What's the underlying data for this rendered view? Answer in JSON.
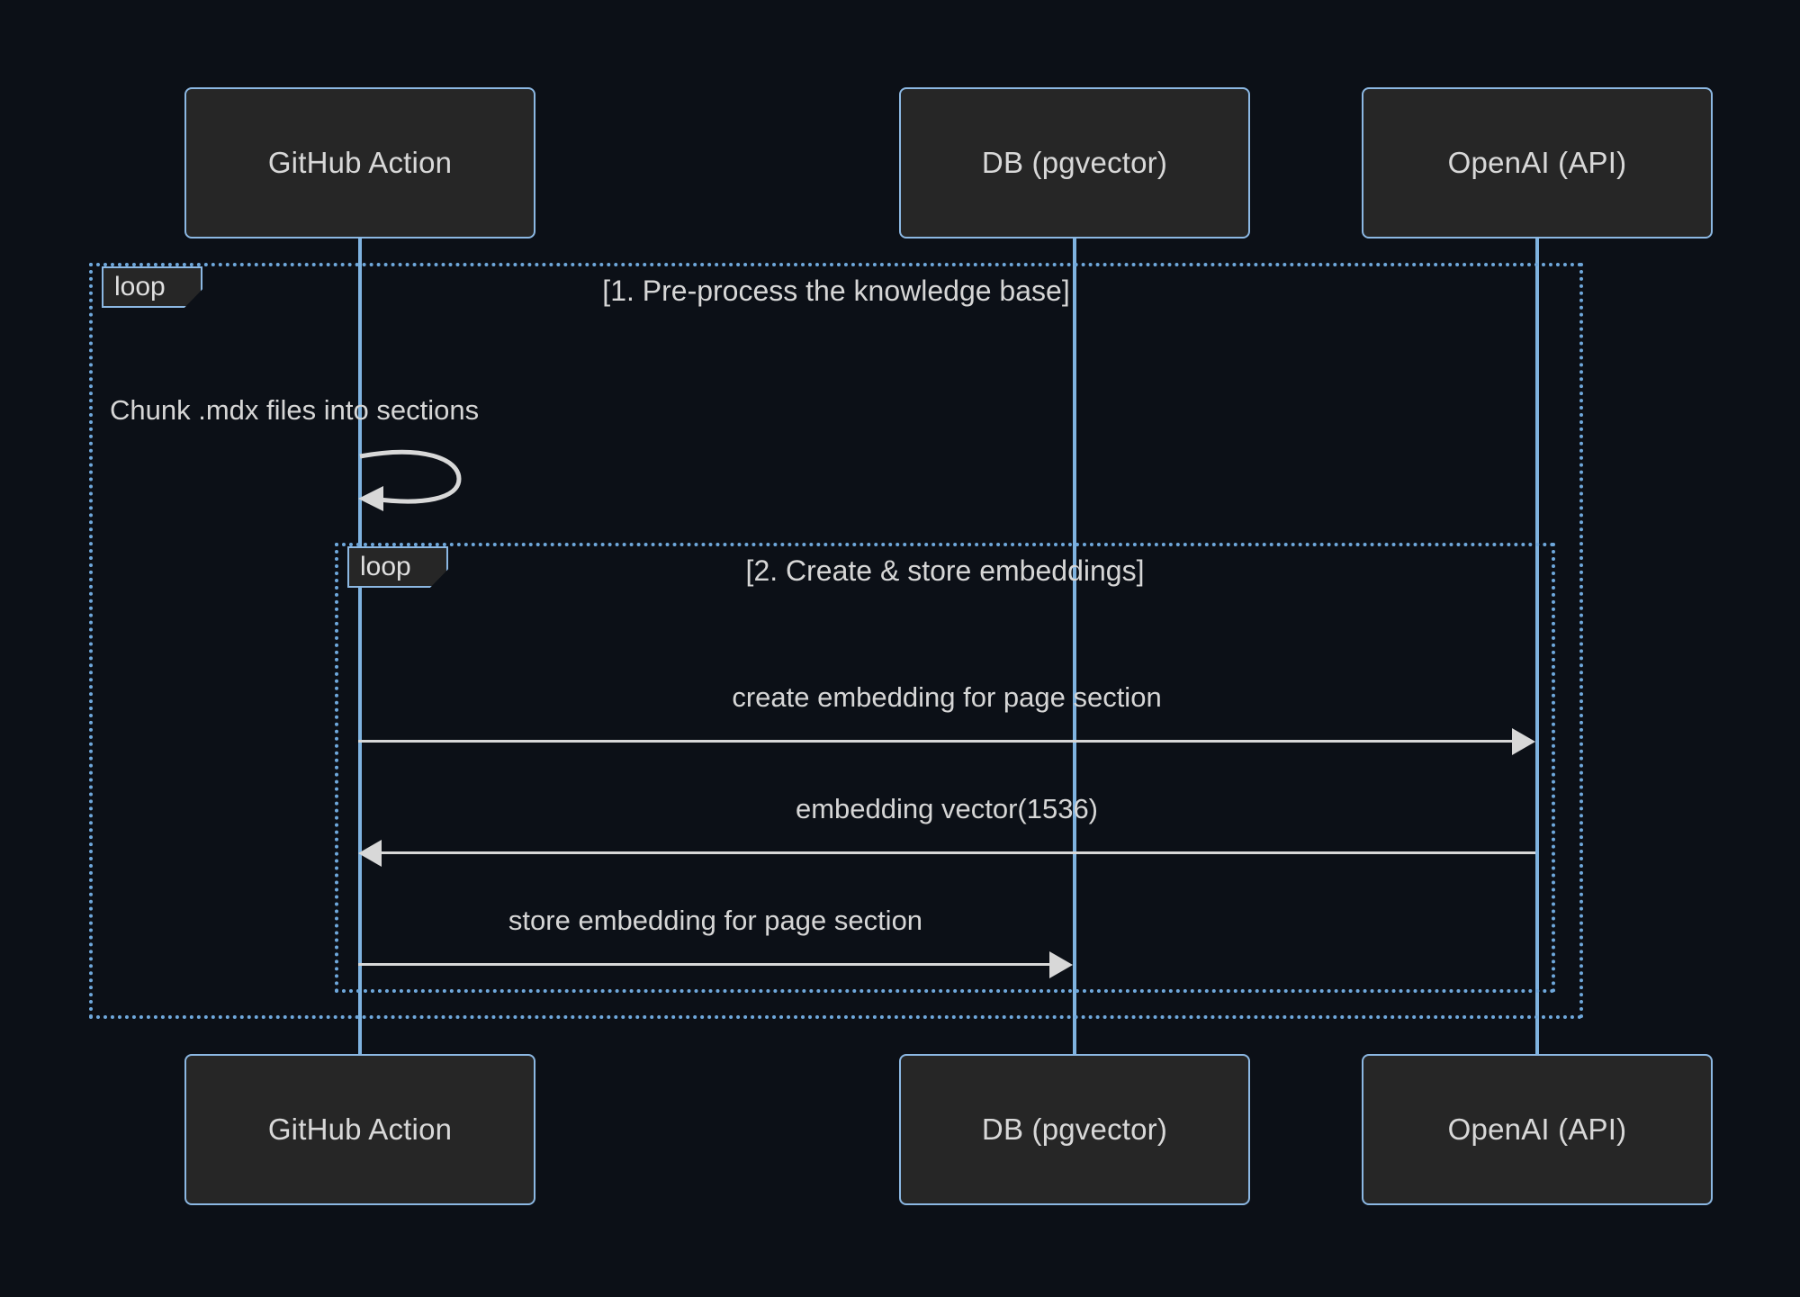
{
  "diagram": {
    "type": "sequence-diagram",
    "background_color": "#0c1017",
    "accent_color": "#8cb8e3",
    "lifeline_color": "#7fb3e0",
    "box_fill_color": "#262626",
    "message_color": "#d8d8d8",
    "text_color": "#d6d6d6"
  },
  "participants": [
    {
      "id": "github-action",
      "label": "GitHub Action"
    },
    {
      "id": "db-pgvector",
      "label": "DB (pgvector)"
    },
    {
      "id": "openai-api",
      "label": "OpenAI (API)"
    }
  ],
  "participants_bottom": [
    {
      "id": "github-action",
      "label": "GitHub Action"
    },
    {
      "id": "db-pgvector",
      "label": "DB (pgvector)"
    },
    {
      "id": "openai-api",
      "label": "OpenAI (API)"
    }
  ],
  "loops": [
    {
      "id": "outer-loop",
      "tag": "loop",
      "title": "[1. Pre-process the knowledge base]"
    },
    {
      "id": "inner-loop",
      "tag": "loop",
      "title": "[2. Create & store embeddings]"
    }
  ],
  "messages": [
    {
      "id": "chunk-mdx",
      "label": "Chunk .mdx files into sections",
      "from": "github-action",
      "to": "github-action",
      "kind": "self",
      "arrow": "solid"
    },
    {
      "id": "create-embedding",
      "label": "create embedding for page section",
      "from": "github-action",
      "to": "openai-api",
      "kind": "right",
      "arrow": "solid"
    },
    {
      "id": "embedding-vector",
      "label": "embedding vector(1536)",
      "from": "openai-api",
      "to": "github-action",
      "kind": "left",
      "arrow": "solid"
    },
    {
      "id": "store-embedding",
      "label": "store embedding for page section",
      "from": "github-action",
      "to": "db-pgvector",
      "kind": "right",
      "arrow": "solid"
    }
  ]
}
